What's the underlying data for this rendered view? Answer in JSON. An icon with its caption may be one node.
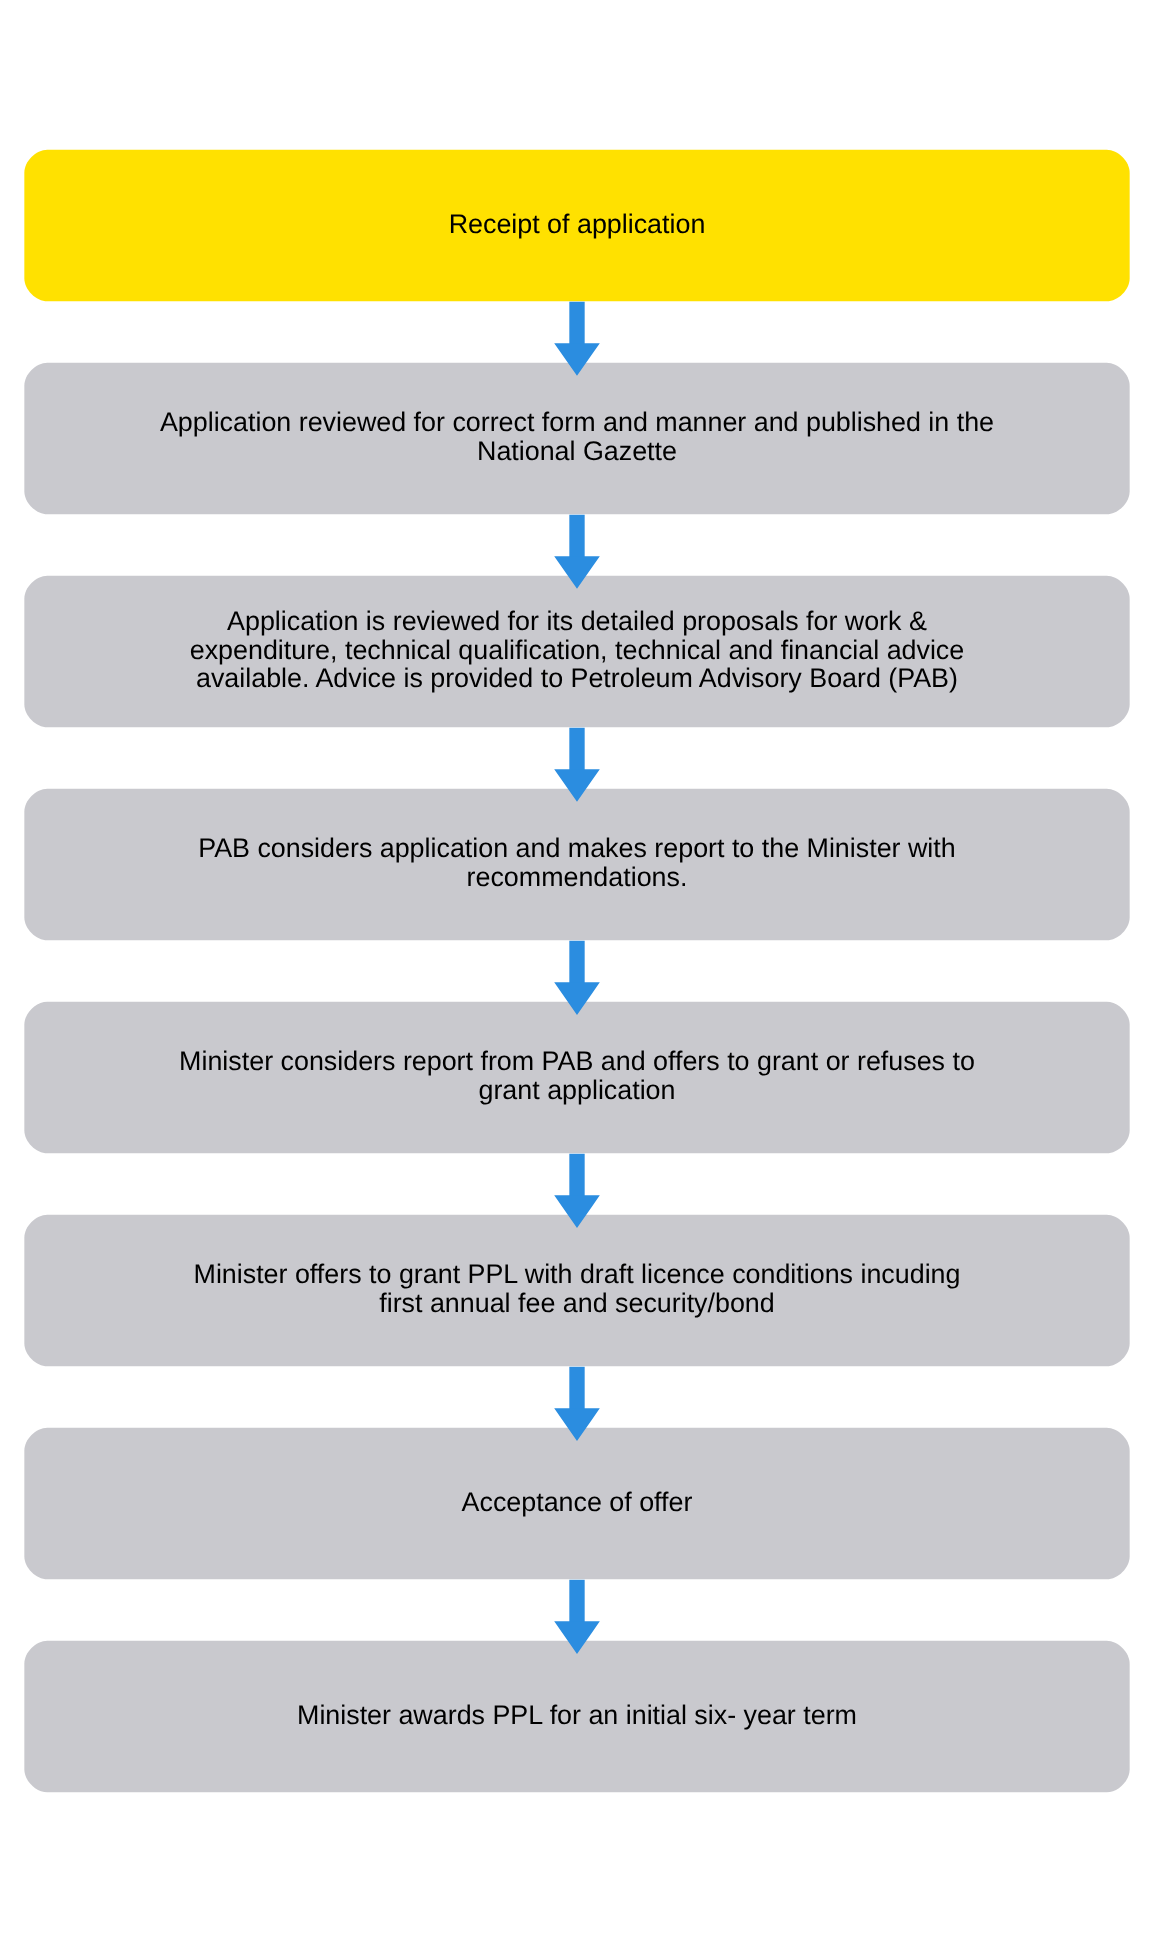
{
  "diagram": {
    "nodes": [
      {
        "text": [
          "Receipt of application"
        ]
      },
      {
        "text": [
          "Application reviewed for correct form and manner and published in the National Gazette"
        ]
      },
      {
        "text": [
          "Application is reviewed for its detailed proposals for work & expenditure, technical qualification, technical and financial advice available. Advice is provided to Petroleum Advisory Board (PAB)"
        ]
      },
      {
        "text": [
          "PAB considers application and makes report to the Minister with recommendations."
        ]
      },
      {
        "text": [
          "Minister considers report from PAB and offers to grant or refuses to grant application"
        ]
      },
      {
        "text": [
          "Minister offers to grant PPL with draft licence conditions incuding first annual fee and security/bond"
        ]
      },
      {
        "text": [
          "Acceptance of offer"
        ]
      },
      {
        "text": [
          "Minister awards PPL for an initial six- year term"
        ]
      }
    ],
    "edges": [
      {
        "from": 0,
        "to": 1,
        "arrow": "to"
      },
      {
        "from": 1,
        "to": 2,
        "arrow": "to"
      },
      {
        "from": 2,
        "to": 3,
        "arrow": "to"
      },
      {
        "from": 3,
        "to": 4,
        "arrow": "to"
      },
      {
        "from": 4,
        "to": 5,
        "arrow": "to"
      },
      {
        "from": 5,
        "to": 6,
        "arrow": "to"
      },
      {
        "from": 6,
        "to": 7,
        "arrow": "to"
      }
    ]
  }
}
